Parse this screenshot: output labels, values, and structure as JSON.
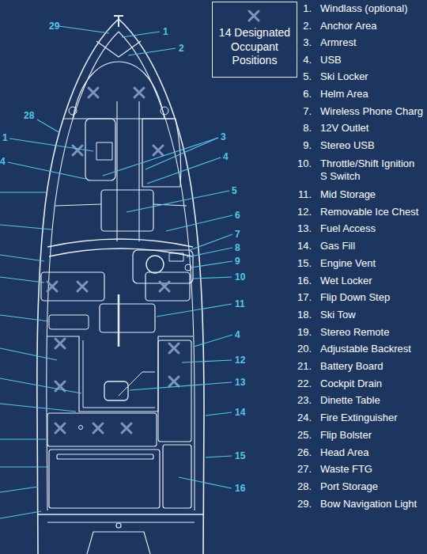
{
  "diagram": {
    "nodes": [
      {
        "text": [
          "14 Designated Occupant Positions"
        ]
      }
    ],
    "labels": [
      "29",
      "1",
      "2",
      "28",
      "1",
      "3",
      "4",
      "4",
      "5",
      "6",
      "7",
      "8",
      "9",
      "10",
      "11",
      "4",
      "12",
      "13",
      "14",
      "15",
      "16",
      "1.",
      "Windlass (optional)",
      "2.",
      "Anchor Area",
      "3.",
      "Armrest",
      "4.",
      "USB",
      "5.",
      "Ski Locker",
      "6.",
      "Helm Area",
      "7.",
      "Wireless Phone Charg",
      "8.",
      "12V Outlet",
      "9.",
      "Stereo USB",
      "10.",
      "Throttle/Shift Ignition S Switch",
      "11.",
      "Mid Storage",
      "12.",
      "Removable Ice Chest",
      "13.",
      "Fuel Access",
      "14.",
      "Gas Fill",
      "15.",
      "Engine Vent",
      "16.",
      "Wet Locker",
      "17.",
      "Flip Down Step",
      "18.",
      "Ski Tow",
      "19.",
      "Stereo Remote",
      "20.",
      "Adjustable Backrest",
      "21.",
      "Battery Board",
      "22.",
      "Cockpit Drain",
      "23.",
      "Dinette Table",
      "24.",
      "Fire Extinguisher",
      "25.",
      "Flip Bolster",
      "26.",
      "Head Area",
      "27.",
      "Waste FTG",
      "28.",
      "Port Storage",
      "29.",
      "Bow Navigation Light"
    ]
  }
}
